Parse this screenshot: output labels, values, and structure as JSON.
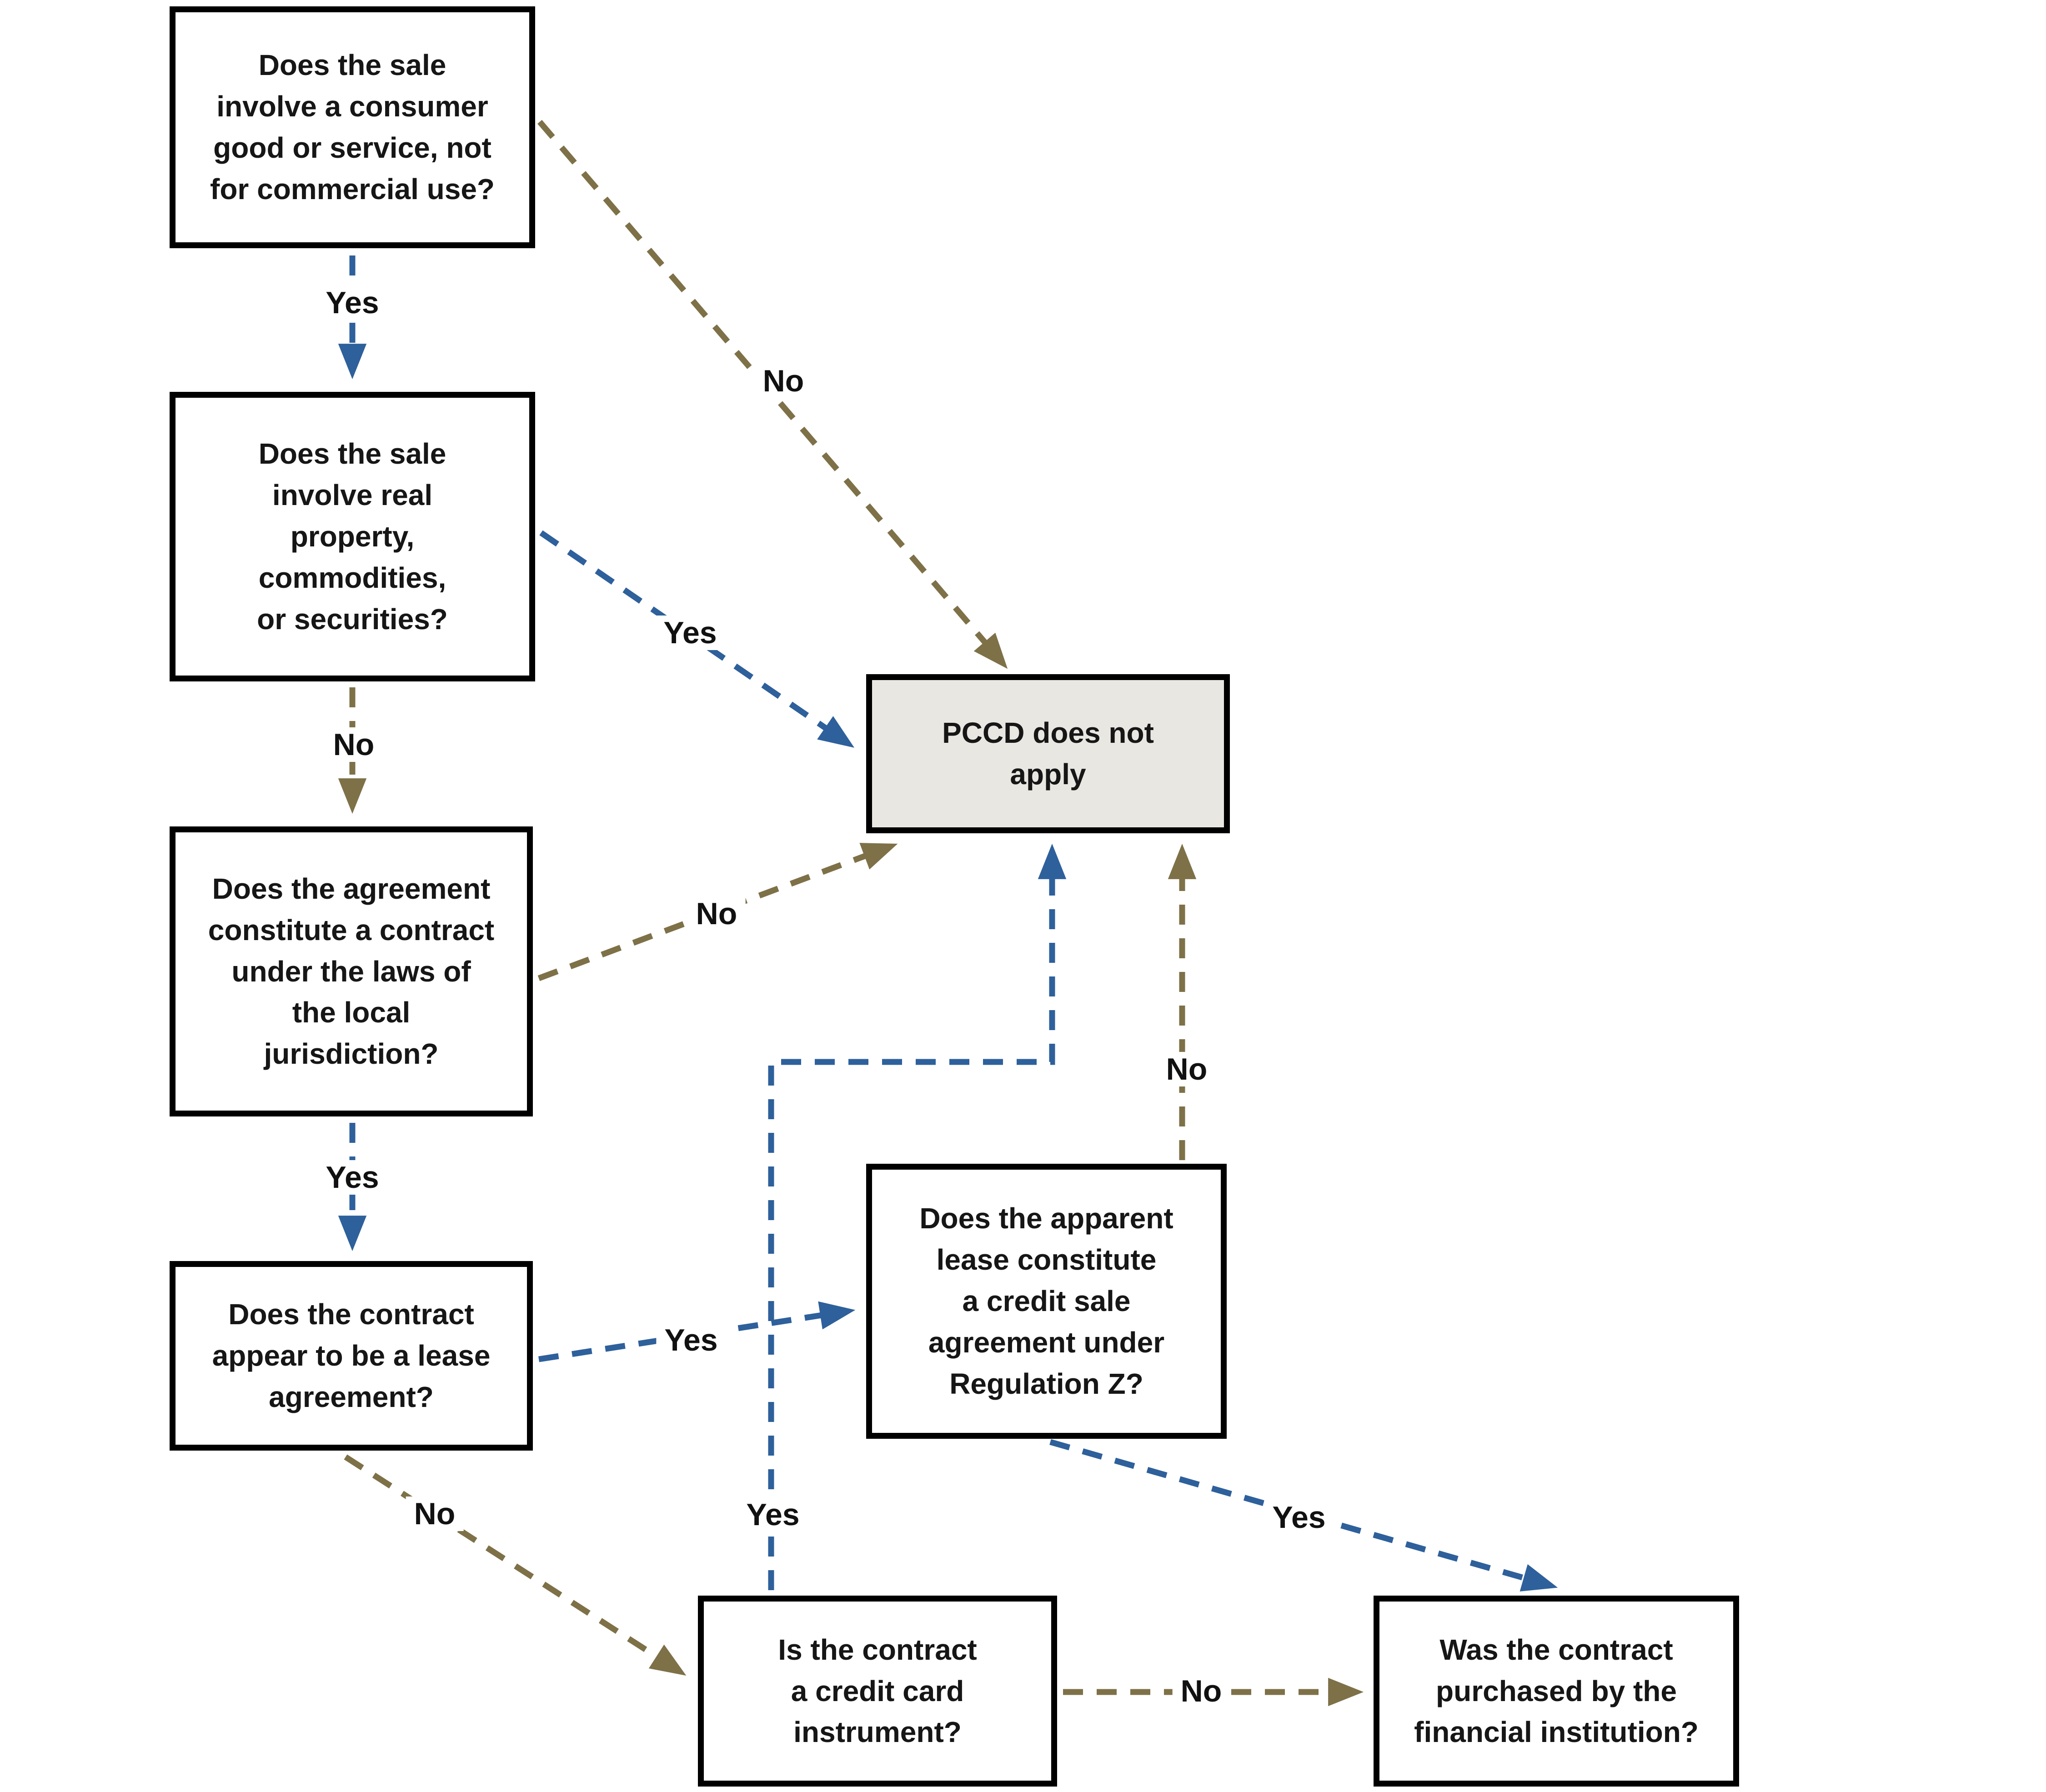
{
  "diagram": {
    "nodes": {
      "q_consumer": {
        "text": "Does the sale\ninvolve a consumer\ngood or service, not\nfor commercial use?"
      },
      "q_property": {
        "text": "Does the sale\ninvolve real\nproperty,\ncommodities,\nor securities?"
      },
      "q_contract": {
        "text": "Does the agreement\nconstitute a contract\nunder the laws of\nthe local\njurisdiction?"
      },
      "q_lease": {
        "text": "Does the contract\nappear to be a lease\nagreement?"
      },
      "result_na": {
        "text": "PCCD does not\napply"
      },
      "q_regz": {
        "text": "Does the apparent\nlease constitute\na credit sale\nagreement under\nRegulation Z?"
      },
      "q_credit_card": {
        "text": "Is the contract\na credit card\ninstrument?"
      },
      "q_purchased": {
        "text": "Was the contract\npurchased by the\nfinancial institution?"
      }
    },
    "edges": {
      "consumer_yes": {
        "label": "Yes"
      },
      "consumer_no": {
        "label": "No"
      },
      "property_yes": {
        "label": "Yes"
      },
      "property_no": {
        "label": "No"
      },
      "contract_yes": {
        "label": "Yes"
      },
      "contract_no": {
        "label": "No"
      },
      "lease_yes": {
        "label": "Yes"
      },
      "lease_no": {
        "label": "No"
      },
      "creditcard_yes": {
        "label": "Yes"
      },
      "creditcard_no": {
        "label": "No"
      },
      "regz_yes": {
        "label": "Yes"
      },
      "regz_no": {
        "label": "No"
      }
    },
    "colors": {
      "yes_blue": "#2E609B",
      "no_olive": "#7E7148",
      "result_fill": "#E9E7E2",
      "border": "#000000"
    }
  }
}
